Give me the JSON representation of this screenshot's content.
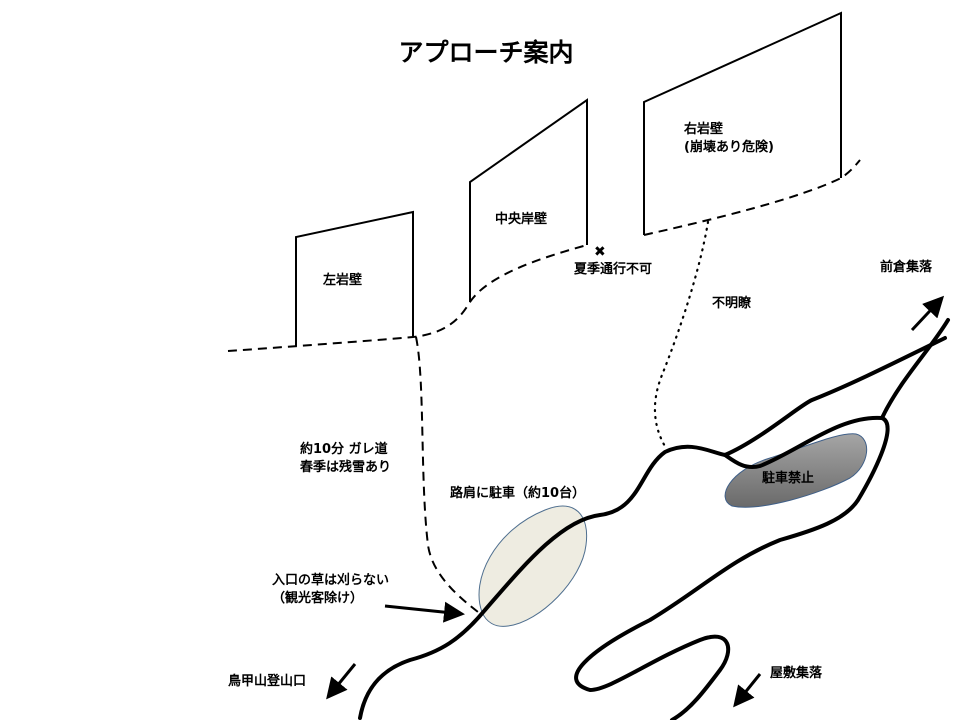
{
  "title": "アプローチ案内",
  "walls": {
    "left": {
      "label": "左岩壁"
    },
    "center": {
      "label": "中央岸壁"
    },
    "right": {
      "label": "右岩壁",
      "note": "(崩壊あり危険)"
    }
  },
  "annotations": {
    "summer_closed": "夏季通行不可",
    "closed_mark": "✖",
    "unclear": "不明瞭",
    "gully_line1": "約10分  ガレ道",
    "gully_line2": "春季は残雪あり",
    "shoulder_parking": "路肩に駐車（約10台）",
    "entrance_line1": "入口の草は刈らない",
    "entrance_line2": "（観光客除け）",
    "no_parking": "駐車禁止"
  },
  "destinations": {
    "maekura": "前倉集落",
    "yashiki": "屋敷集落",
    "trailhead": "鳥甲山登山口"
  },
  "colors": {
    "parking_fill": "#eeece1",
    "parking_stroke": "#4f6f8f",
    "no_parking_fill_top": "#9a9a9a",
    "no_parking_fill_bottom": "#6e6e6e",
    "line": "#000000"
  }
}
